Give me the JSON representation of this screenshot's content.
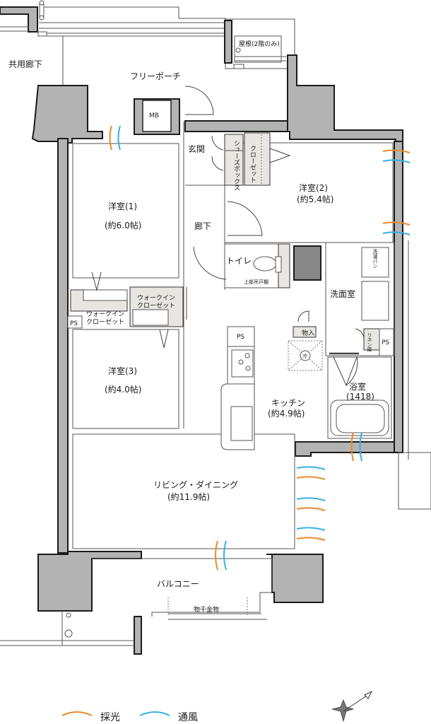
{
  "plan": {
    "outside_labels": {
      "common_corridor": "共用廊下",
      "free_porch": "フリーポーチ",
      "roof": "屋根(2階のみ)",
      "mb": "MB",
      "balcony": "バルコニー",
      "drying_hardware": "物干金物"
    },
    "rooms": {
      "western1": {
        "name": "洋室(1)",
        "size": "(約6.0帖)"
      },
      "western2": {
        "name": "洋室(2)",
        "size": "(約5.4帖)"
      },
      "western3": {
        "name": "洋室(3)",
        "size": "(約4.0帖)"
      },
      "kitchen": {
        "name": "キッチン",
        "size": "(約4.9帖)"
      },
      "living": {
        "name": "リビング・ダイニング",
        "size": "(約11.9帖)"
      },
      "bath": {
        "name": "浴室",
        "size": "(1418)"
      },
      "washroom": "洗面室",
      "toilet": "トイレ",
      "entrance": "玄関",
      "hallway": "廊下"
    },
    "storage": {
      "shoebox": "シューズボックス",
      "closet": "クローゼット",
      "wic1_line1": "ウォークイン",
      "wic1_line2": "クローゼット",
      "wic2_line1": "ウォークイン",
      "wic2_line2": "クローゼット",
      "storage_in": "物入",
      "linen": "リネン庫",
      "laundry_pan": "洗濯パン",
      "upper_cabinet": "上部吊戸棚",
      "fridge": "冷",
      "ps": "PS"
    }
  },
  "legend": {
    "lighting": {
      "label": "採光",
      "color": "#ea8a2a"
    },
    "ventilation": {
      "label": "通風",
      "color": "#33b1e6"
    },
    "icons": [
      "compass-icon"
    ]
  }
}
